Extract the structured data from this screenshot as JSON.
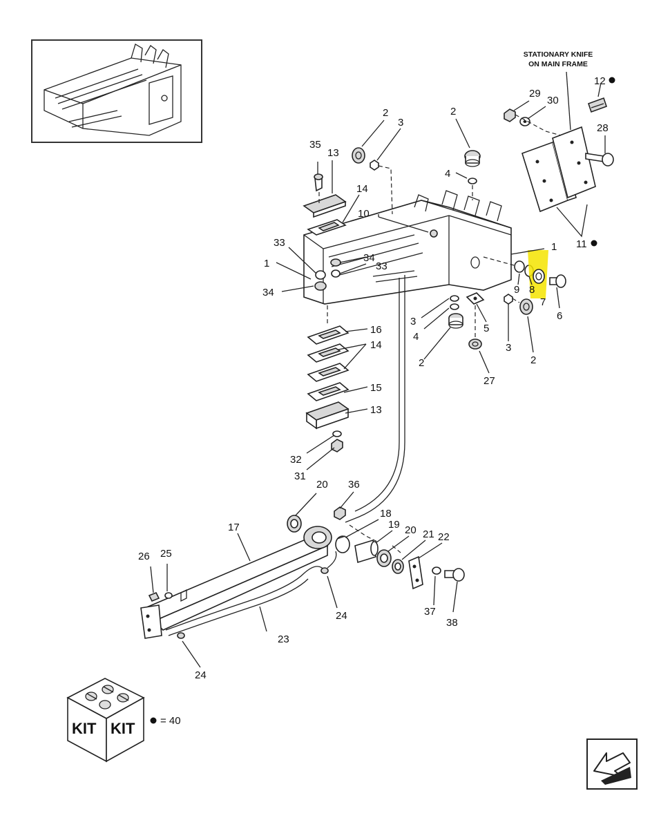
{
  "header": {
    "stationary_knife_line1": "STATIONARY KNIFE",
    "stationary_knife_line2": "ON MAIN FRAME"
  },
  "callouts": [
    {
      "id": "c1a",
      "label": "1"
    },
    {
      "id": "c1b",
      "label": "1"
    },
    {
      "id": "c2a",
      "label": "2"
    },
    {
      "id": "c2b",
      "label": "2"
    },
    {
      "id": "c2c",
      "label": "2"
    },
    {
      "id": "c2d",
      "label": "2"
    },
    {
      "id": "c3a",
      "label": "3"
    },
    {
      "id": "c3b",
      "label": "3"
    },
    {
      "id": "c3c",
      "label": "3"
    },
    {
      "id": "c4a",
      "label": "4"
    },
    {
      "id": "c4b",
      "label": "4"
    },
    {
      "id": "c5",
      "label": "5"
    },
    {
      "id": "c6",
      "label": "6"
    },
    {
      "id": "c7",
      "label": "7"
    },
    {
      "id": "c8",
      "label": "8"
    },
    {
      "id": "c9",
      "label": "9"
    },
    {
      "id": "c10",
      "label": "10"
    },
    {
      "id": "c11",
      "label": "11"
    },
    {
      "id": "c12",
      "label": "12"
    },
    {
      "id": "c13a",
      "label": "13"
    },
    {
      "id": "c13b",
      "label": "13"
    },
    {
      "id": "c14a",
      "label": "14"
    },
    {
      "id": "c14b",
      "label": "14"
    },
    {
      "id": "c15",
      "label": "15"
    },
    {
      "id": "c16",
      "label": "16"
    },
    {
      "id": "c17",
      "label": "17"
    },
    {
      "id": "c18",
      "label": "18"
    },
    {
      "id": "c19",
      "label": "19"
    },
    {
      "id": "c20a",
      "label": "20"
    },
    {
      "id": "c20b",
      "label": "20"
    },
    {
      "id": "c21",
      "label": "21"
    },
    {
      "id": "c22",
      "label": "22"
    },
    {
      "id": "c23",
      "label": "23"
    },
    {
      "id": "c24a",
      "label": "24"
    },
    {
      "id": "c24b",
      "label": "24"
    },
    {
      "id": "c25",
      "label": "25"
    },
    {
      "id": "c26",
      "label": "26"
    },
    {
      "id": "c27",
      "label": "27"
    },
    {
      "id": "c28",
      "label": "28"
    },
    {
      "id": "c29",
      "label": "29"
    },
    {
      "id": "c30",
      "label": "30"
    },
    {
      "id": "c31",
      "label": "31"
    },
    {
      "id": "c32",
      "label": "32"
    },
    {
      "id": "c33a",
      "label": "33"
    },
    {
      "id": "c33b",
      "label": "33"
    },
    {
      "id": "c34a",
      "label": "34"
    },
    {
      "id": "c34b",
      "label": "34"
    },
    {
      "id": "c35",
      "label": "35"
    },
    {
      "id": "c36",
      "label": "36"
    },
    {
      "id": "c37",
      "label": "37"
    },
    {
      "id": "c38",
      "label": "38"
    }
  ],
  "kit": {
    "left_label": "KIT",
    "right_label": "KIT",
    "legend_text": "= 40"
  },
  "highlight": {
    "color": "#f5e400",
    "part": "7"
  },
  "colors": {
    "ink": "#222222",
    "highlight": "#f5e400"
  },
  "icons": {
    "navigation": "back-arrow-icon",
    "kit_bullet": "bullet-dot-icon"
  }
}
